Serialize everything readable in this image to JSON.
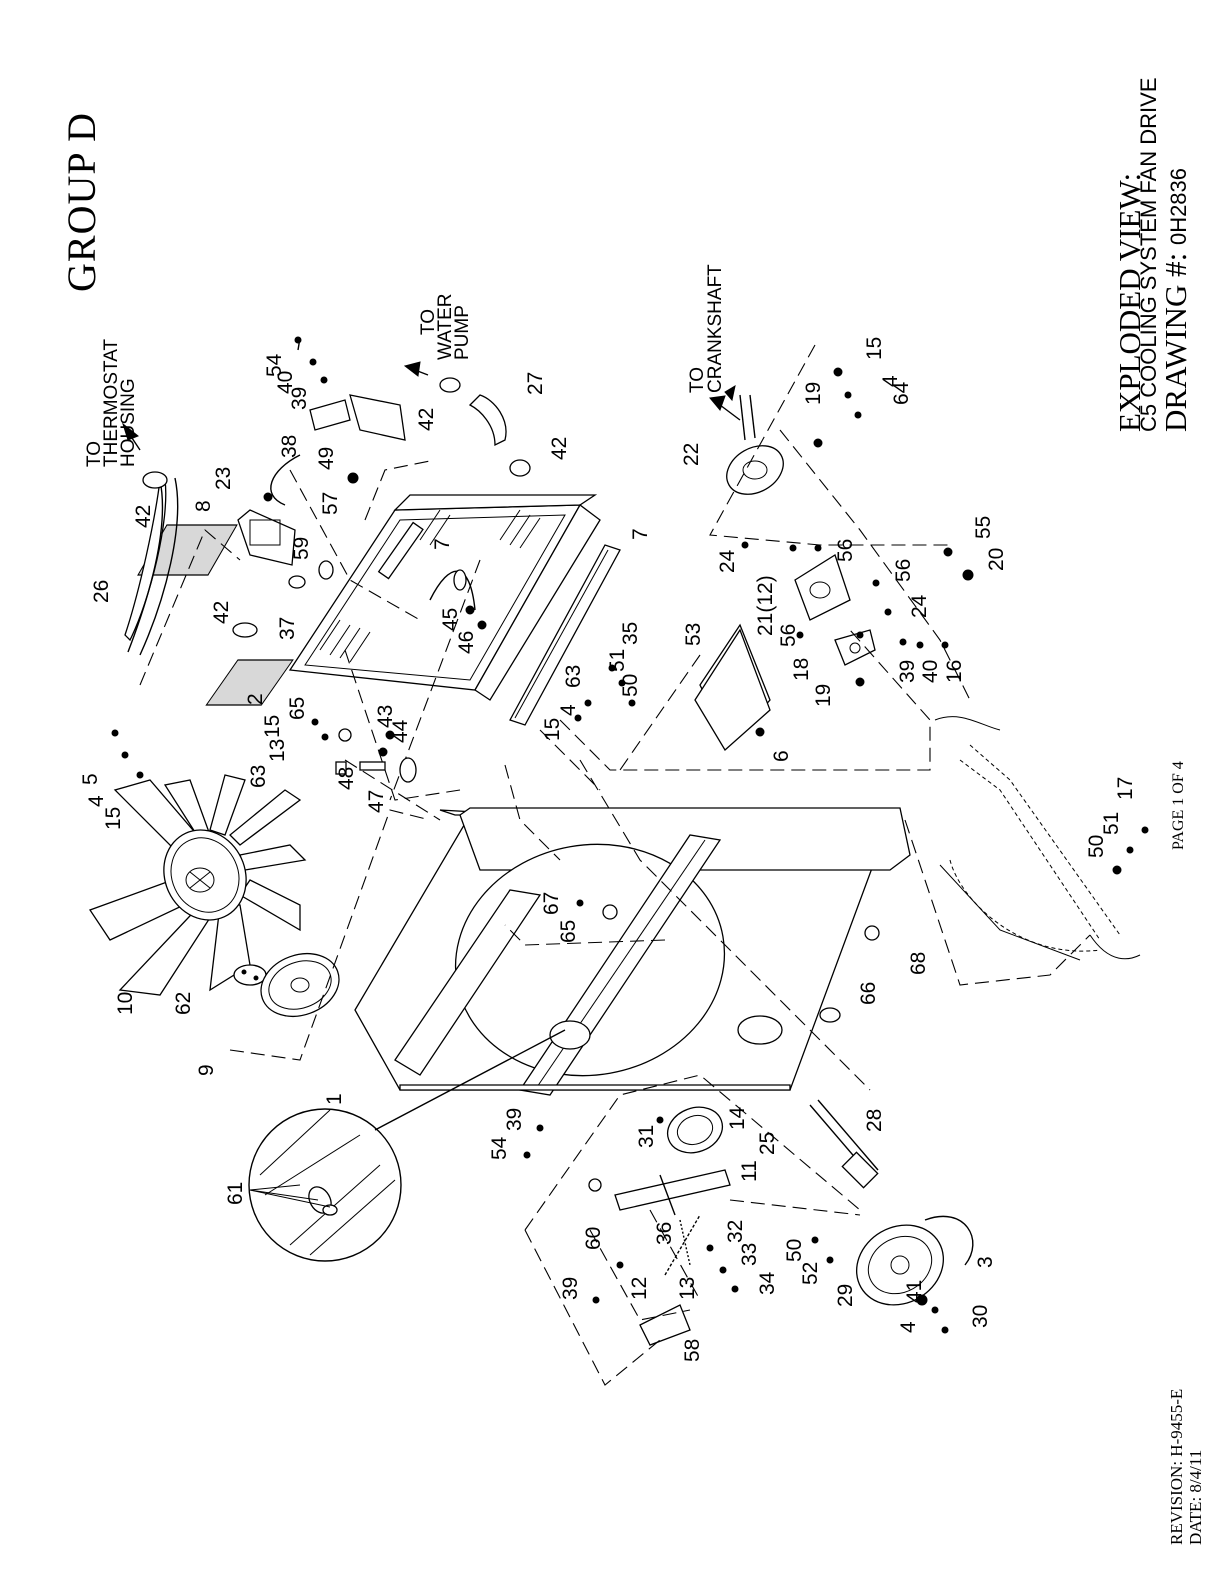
{
  "header": {
    "group_title": "GROUP D"
  },
  "title_block": {
    "line1": "EXPLODED VIEW:",
    "line2": "C5 COOLING SYSTEM FAN DRIVE",
    "line3_label": "DRAWING #:",
    "line3_number": "0H2836"
  },
  "footer": {
    "revision": "REVISION: H-9455-E",
    "date": "DATE: 8/4/11",
    "page": "PAGE 1 OF 4"
  },
  "directions": {
    "thermostat": [
      "TO",
      "THERMOSTAT",
      "HOUSING"
    ],
    "water_pump": [
      "TO",
      "WATER",
      "PUMP"
    ],
    "crankshaft": [
      "TO",
      "CRANKSHAFT"
    ]
  },
  "callouts": {
    "c1": "1",
    "c2": "2",
    "c3": "3",
    "c4a": "4",
    "c4b": "4",
    "c4c": "4",
    "c4d": "4",
    "c5": "5",
    "c6": "6",
    "c7a": "7",
    "c7b": "7",
    "c8": "8",
    "c9": "9",
    "c10": "10",
    "c11": "11",
    "c12": "12",
    "c13a": "13",
    "c13b": "13",
    "c14": "14",
    "c15a": "15",
    "c15b": "15",
    "c15c": "15",
    "c15d": "15",
    "c16": "16",
    "c17": "17",
    "c18": "18",
    "c19a": "19",
    "c19b": "19",
    "c20": "20",
    "c21": "21(12)",
    "c22": "22",
    "c23": "23",
    "c24a": "24",
    "c24b": "24",
    "c25": "25",
    "c26": "26",
    "c27": "27",
    "c28": "28",
    "c29": "29",
    "c30": "30",
    "c31": "31",
    "c32": "32",
    "c33": "33",
    "c34": "34",
    "c35": "35",
    "c36": "36",
    "c37": "37",
    "c38": "38",
    "c39a": "39",
    "c39b": "39",
    "c39c": "39",
    "c39d": "39",
    "c40a": "40",
    "c40b": "40",
    "c41": "41",
    "c42a": "42",
    "c42b": "42",
    "c42c": "42",
    "c42d": "42",
    "c43": "43",
    "c44": "44",
    "c45": "45",
    "c46": "46",
    "c47": "47",
    "c48": "48",
    "c49": "49",
    "c50a": "50",
    "c50b": "50",
    "c50c": "50",
    "c51a": "51",
    "c51b": "51",
    "c52": "52",
    "c53": "53",
    "c54a": "54",
    "c54b": "54",
    "c55": "55",
    "c56a": "56",
    "c56b": "56",
    "c56c": "56",
    "c57": "57",
    "c58": "58",
    "c59": "59",
    "c60": "60",
    "c61": "61",
    "c62": "62",
    "c63a": "63",
    "c63b": "63",
    "c64": "64",
    "c65a": "65",
    "c65b": "65",
    "c66": "66",
    "c67": "67",
    "c68": "68"
  }
}
